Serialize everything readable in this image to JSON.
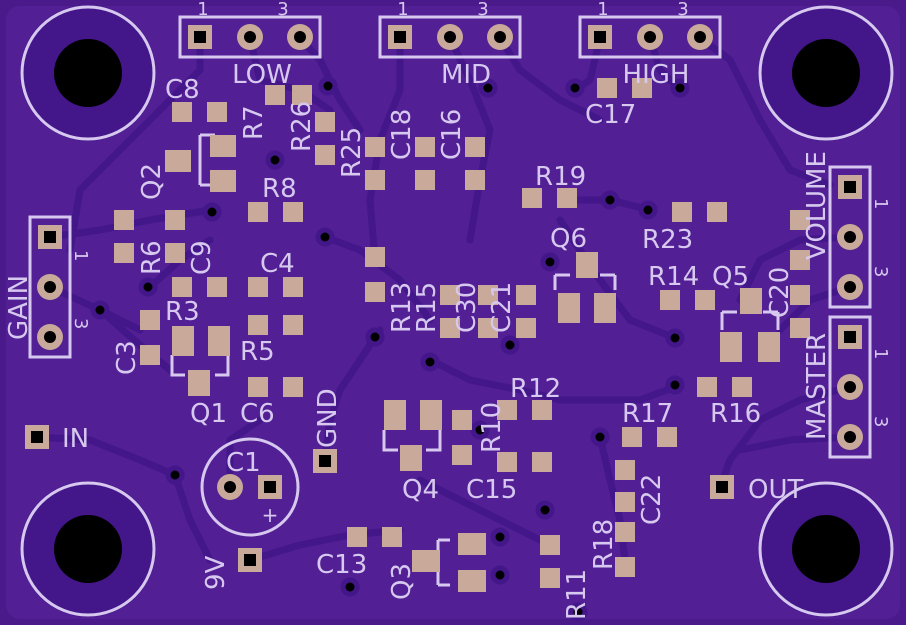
{
  "board": {
    "colors": {
      "substrate": "#4a1a8a",
      "copper_fill": "#5a2aa0",
      "trace": "#4c1d94",
      "pad": "#c9a99a",
      "silk": "#d6c8ee",
      "hole": "#000000"
    },
    "headers": {
      "low": {
        "label": "LOW",
        "pin1": "1",
        "pin3": "3"
      },
      "mid": {
        "label": "MID",
        "pin1": "1",
        "pin3": "3"
      },
      "high": {
        "label": "HIGH",
        "pin1": "1",
        "pin3": "3"
      },
      "gain": {
        "label": "GAIN",
        "pin1": "1",
        "pin3": "3"
      },
      "volume": {
        "label": "VOLUME",
        "pin1": "1",
        "pin3": "3"
      },
      "master": {
        "label": "MASTER",
        "pin1": "1",
        "pin3": "3"
      }
    },
    "io": {
      "in": "IN",
      "out": "OUT",
      "gnd": "GND",
      "power": "9V",
      "plus": "+"
    },
    "refs": {
      "C1": "C1",
      "C3": "C3",
      "C4": "C4",
      "C6": "C6",
      "C8": "C8",
      "C9": "C9",
      "C13": "C13",
      "C15": "C15",
      "C16": "C16",
      "C17": "C17",
      "C18": "C18",
      "C20": "C20",
      "C21": "C21",
      "C22": "C22",
      "C30": "C30",
      "R3": "R3",
      "R5": "R5",
      "R6": "R6",
      "R7": "R7",
      "R8": "R8",
      "R10": "R10",
      "R11": "R11",
      "R12": "R12",
      "R13": "R13",
      "R14": "R14",
      "R15": "R15",
      "R16": "R16",
      "R17": "R17",
      "R18": "R18",
      "R19": "R19",
      "R23": "R23",
      "R25": "R25",
      "R26": "R26",
      "Q1": "Q1",
      "Q2": "Q2",
      "Q3": "Q3",
      "Q4": "Q4",
      "Q5": "Q5",
      "Q6": "Q6"
    }
  }
}
